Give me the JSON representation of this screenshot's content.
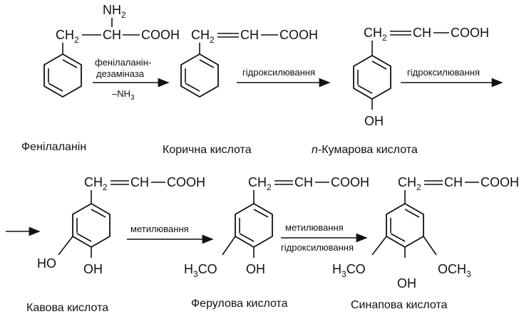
{
  "groups": {
    "ch2": "CH",
    "sub2": "2",
    "ch": "CH",
    "cooh": "COOH",
    "oh": "OH",
    "ho": "HO",
    "h3co_h": "H",
    "h3co_3": "3",
    "h3co_co": "CO",
    "och3_och": "OCH",
    "och3_3": "3",
    "nh": "NH",
    "nh_2": "2"
  },
  "arrows": {
    "a1_line1": "фенілаланін-",
    "a1_line2": "дезаміназа",
    "a1_below_minus": "–NH",
    "a1_below_sub": "3",
    "a2": "гідроксилювання",
    "a3": "гідроксилювання",
    "a4": "метилювання",
    "a5_line1": "метилювання",
    "a5_line2": "гідроксилювання"
  },
  "compounds": {
    "c1": "Фенілаланін",
    "c2": "Корична кислота",
    "c3_prefix": "n",
    "c3_rest": "-Кумарова кислота",
    "c4": "Кавова кислота",
    "c5": "Ферулова кислота",
    "c6": "Синапова кислота"
  }
}
